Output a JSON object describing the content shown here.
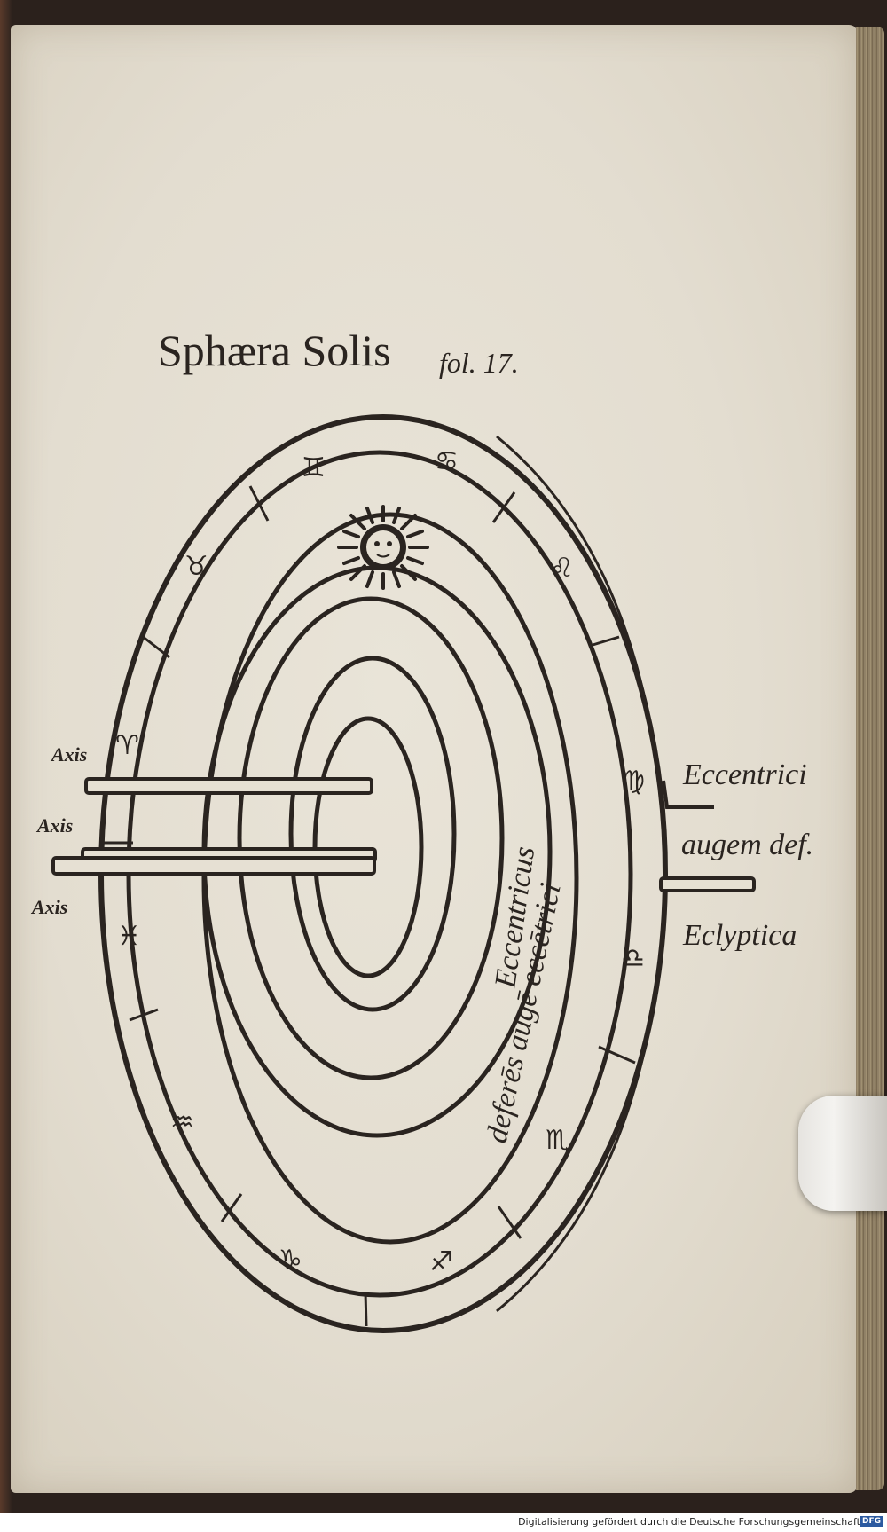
{
  "title": "Sphæra Solis",
  "folio": "fol. 17.",
  "labels": {
    "axis_top": "Axis",
    "axis_middle": "Axis",
    "axis_bottom": "Axis",
    "eccentrici": "Eccentrici",
    "augem_def": "augem def.",
    "eclyptica": "Eclyptica",
    "eccentricus": "Eccentricus",
    "deferes_augem_eccentrici": "deferēs augē eccētrici"
  },
  "zodiac_signs": {
    "aries": "♈",
    "taurus": "♉",
    "gemini": "♊",
    "cancer": "♋",
    "leo": "♌",
    "virgo": "♍",
    "libra": "♎",
    "scorpio": "♏",
    "sagittarius": "♐",
    "capricorn": "♑",
    "aquarius": "♒",
    "pisces": "♓"
  },
  "footer": {
    "text": "Digitalisierung gefördert durch die Deutsche Forschungsgemeinschaft",
    "badge": "DFG"
  },
  "colors": {
    "ink": "#2a2420",
    "paper": "#e6e0d3"
  }
}
